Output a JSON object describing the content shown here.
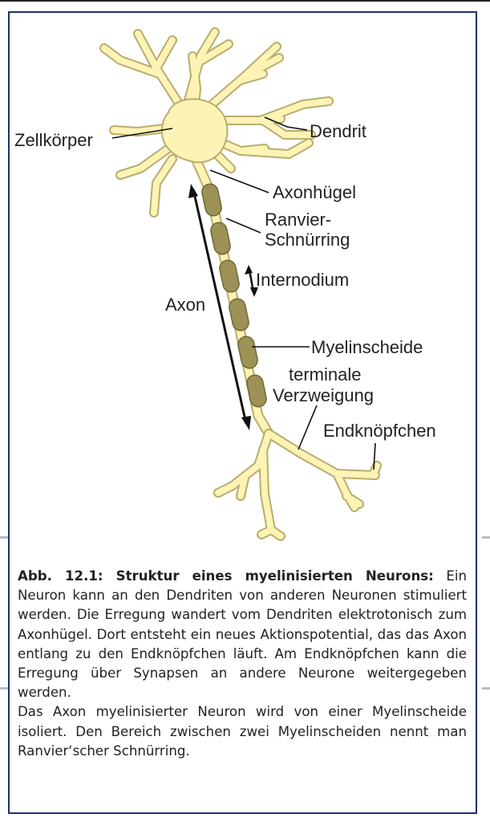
{
  "labels": {
    "cell_body": "Zellkörper",
    "dendrite": "Dendrit",
    "axon_hillock": "Axonhügel",
    "ranvier_line1": "Ranvier-",
    "ranvier_line2": "Schnürring",
    "internode": "Internodium",
    "axon": "Axon",
    "myelin_sheath": "Myelinscheide",
    "terminal_line1": "terminale",
    "terminal_line2": "Verzweigung",
    "terminal_buttons": "Endknöpfchen"
  },
  "caption": {
    "heading": "Abb. 12.1: Struktur eines myelinisierten Neurons:",
    "paragraph1": "Ein Neuron kann an den Dendriten von anderen Neuronen stimuliert werden. Die Erregung wandert vom Dendriten elektrotonisch zum Axonhügel. Dort entsteht ein neues Aktionspotential, das das Axon entlang zu den Endknöpfchen läuft. Am Endknöpfchen kann die Erregung über Synapsen an andere Neurone weitergegeben werden.",
    "paragraph2": "Das Axon myelinisierter Neuron wird von einer Myelinscheide isoliert. Den Bereich zwischen zwei Myelinscheiden nennt man Ranvier‘scher Schnürring."
  },
  "colors": {
    "cell_fill": "#fcf3b5",
    "cell_stroke": "#b9ad6e",
    "myelin_fill": "#9c9257",
    "frame": "#1c2f78"
  }
}
